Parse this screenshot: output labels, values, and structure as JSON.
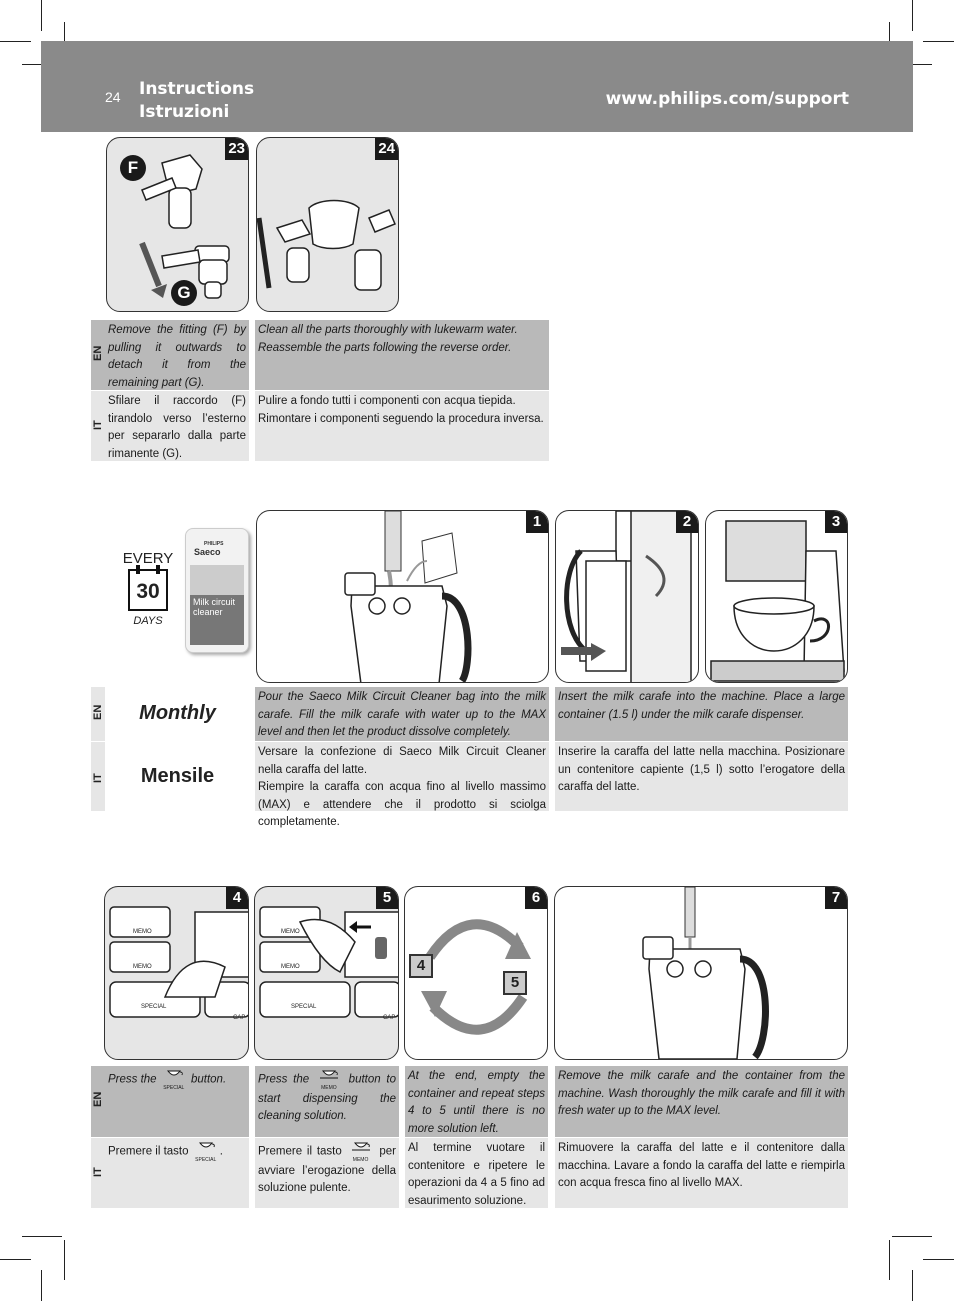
{
  "header": {
    "page_number": "24",
    "title_en": "Instructions",
    "title_it": "Istruzioni",
    "url": "www.philips.com/support"
  },
  "section1": {
    "figures": [
      {
        "number": "23",
        "labels": [
          "F",
          "G"
        ]
      },
      {
        "number": "24"
      }
    ],
    "lang_en": "EN",
    "lang_it": "IT",
    "steps": [
      {
        "en": "Remove the fitting (F) by pulling it outwards to detach it from the remaining part (G).",
        "it": "Sfilare il raccordo (F) tirandolo verso l’esterno per separarlo dalla parte rimanente (G)."
      },
      {
        "en": "Clean all the parts thoroughly with lukewarm water. Reassemble the parts following the reverse order.",
        "it": "Pulire a fondo tutti i componenti con acqua tiepida. Rimontare i componenti seguendo la procedura inversa."
      }
    ]
  },
  "section2": {
    "every": "EVERY",
    "days_number": "30",
    "days": "DAYS",
    "product": {
      "brand": "PHILIPS",
      "logo": "Saeco",
      "name_line1": "Milk circuit",
      "name_line2": "cleaner"
    },
    "figures": [
      {
        "number": "1"
      },
      {
        "number": "2"
      },
      {
        "number": "3"
      }
    ],
    "lang_en": "EN",
    "lang_it": "IT",
    "frequency_en": "Monthly",
    "frequency_it": "Mensile",
    "steps": [
      {
        "en": "Pour the Saeco Milk Circuit Cleaner bag into the milk carafe. Fill the milk carafe with water up to the MAX level and then let the product dissolve completely.",
        "it_1": "Versare la confezione di Saeco Milk Circuit Cleaner nella caraffa del latte.",
        "it_2": "Riempire la caraffa con acqua fino al livello massimo (MAX) e attendere che il prodotto si sciolga completamente."
      },
      {
        "en": "Insert the milk carafe into the machine. Place a large container (1.5 l) under the milk carafe dispenser.",
        "it": "Inserire la caraffa del latte nella macchina. Posizionare un contenitore capiente (1,5 l) sotto l’erogatore della caraffa del latte."
      }
    ]
  },
  "section3": {
    "figures": [
      {
        "number": "4",
        "buttons": [
          "MEMO",
          "MEMO",
          "SPECIAL",
          "CAP"
        ]
      },
      {
        "number": "5",
        "buttons": [
          "MEMO",
          "MEMO",
          "SPECIAL",
          "CAP"
        ]
      },
      {
        "number": "6",
        "loop": [
          "4",
          "5"
        ]
      },
      {
        "number": "7"
      }
    ],
    "lang_en": "EN",
    "lang_it": "IT",
    "icon_special_label": "SPECIAL",
    "icon_memo_label": "MEMO",
    "steps": [
      {
        "en_pre": "Press the",
        "en_post": "button.",
        "it_pre": "Premere il tasto",
        "it_post": "."
      },
      {
        "en_pre": "Press the",
        "en_post": "button to start dispensing the cleaning solution.",
        "it_pre": "Premere il tasto",
        "it_post": "per avviare l’erogazione della soluzione pulente."
      },
      {
        "en": "At the end, empty the container and repeat steps 4 to 5 until there is no more solution left.",
        "it": "Al termine vuotare il contenitore e ripetere le operazioni da 4 a 5 fino ad esaurimento soluzione."
      },
      {
        "en": "Remove the milk carafe and the container from the machine. Wash thoroughly the milk carafe and fill it with fresh water up to the MAX level.",
        "it": "Rimuovere la caraffa del latte e il contenitore dalla macchina. Lavare a fondo la caraffa del latte e riempirla con acqua fresca fino al livello MAX."
      }
    ]
  }
}
